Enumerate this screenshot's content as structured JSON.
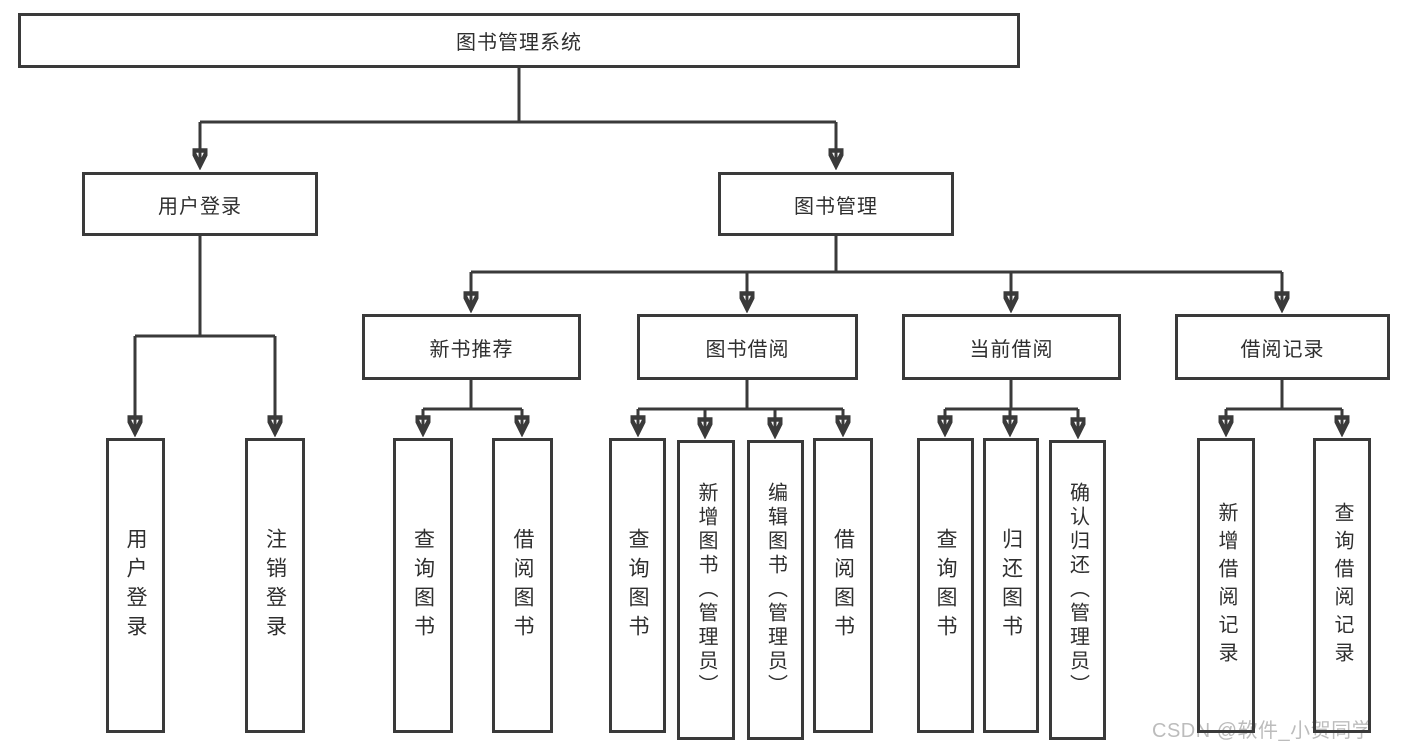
{
  "colors": {
    "line": "#3a3a3a",
    "text": "#2f2f2f",
    "watermark": "#bcbcbc",
    "background": "#ffffff"
  },
  "tree": {
    "root": {
      "label": "图书管理系统"
    },
    "branches": [
      {
        "label": "用户登录",
        "children": [
          {
            "label": "用户登录"
          },
          {
            "label": "注销登录"
          }
        ]
      },
      {
        "label": "图书管理",
        "children": [
          {
            "label": "新书推荐",
            "children": [
              {
                "label": "查询图书"
              },
              {
                "label": "借阅图书"
              }
            ]
          },
          {
            "label": "图书借阅",
            "children": [
              {
                "label": "查询图书"
              },
              {
                "label": "新增图书（管理员）"
              },
              {
                "label": "编辑图书（管理员）"
              },
              {
                "label": "借阅图书"
              }
            ]
          },
          {
            "label": "当前借阅",
            "children": [
              {
                "label": "查询图书"
              },
              {
                "label": "归还图书"
              },
              {
                "label": "确认归还（管理员）"
              }
            ]
          },
          {
            "label": "借阅记录",
            "children": [
              {
                "label": "新增借阅记录"
              },
              {
                "label": "查询借阅记录"
              }
            ]
          }
        ]
      }
    ]
  },
  "watermark": {
    "text": "CSDN @软件_小贺同学"
  }
}
